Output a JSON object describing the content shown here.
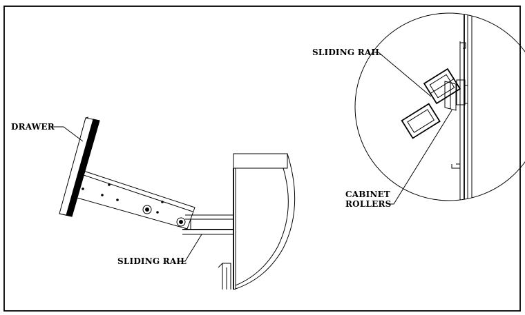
{
  "labels": {
    "drawer": "DRAWER",
    "sliding_rail_main": "SLIDING RAIL",
    "sliding_rail_detail": "SLIDING RAIL",
    "cabinet_rollers_line1": "CABINET",
    "cabinet_rollers_line2": "ROLLERS"
  },
  "colors": {
    "line": "#000000",
    "background": "#ffffff"
  }
}
